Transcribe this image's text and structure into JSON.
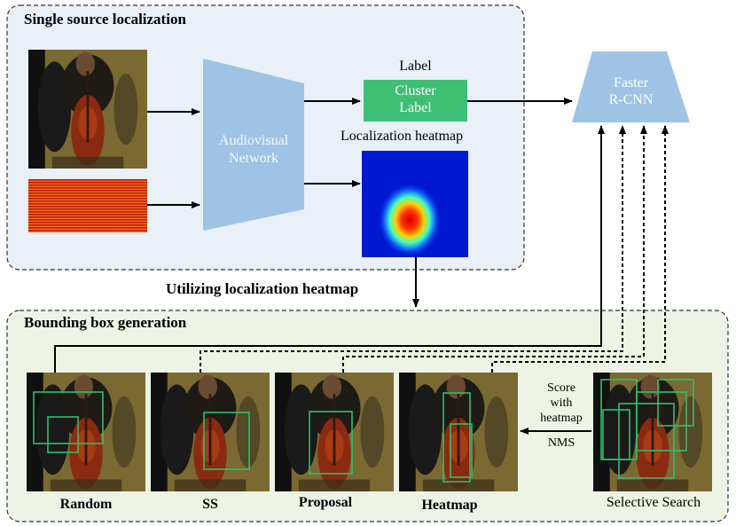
{
  "top_panel": {
    "title": "Single source localization",
    "network_label_line1": "Audiovisual",
    "network_label_line2": "Network",
    "label_caption": "Label",
    "cluster_line1": "Cluster",
    "cluster_line2": "Label",
    "heatmap_caption": "Localization heatmap"
  },
  "rcnn": {
    "line1": "Faster",
    "line2": "R-CNN"
  },
  "connector_label": "Utilizing localization heatmap",
  "bottom_panel": {
    "title": "Bounding box generation",
    "score_line1": "Score",
    "score_line2": "with",
    "score_line3": "heatmap",
    "score_line4": "NMS",
    "methods": [
      {
        "label": "Random"
      },
      {
        "label": "SS"
      },
      {
        "label": "Proposal"
      },
      {
        "label": "Heatmap"
      },
      {
        "label": "Selective Search"
      }
    ]
  },
  "colors": {
    "top_panel_bg": "#e9f0f8",
    "bottom_panel_bg": "#edf4e6",
    "network": "#9fc3e4",
    "cluster": "#3fbf74",
    "rcnn": "#9fc3e4",
    "box": "#2fbf6f"
  }
}
